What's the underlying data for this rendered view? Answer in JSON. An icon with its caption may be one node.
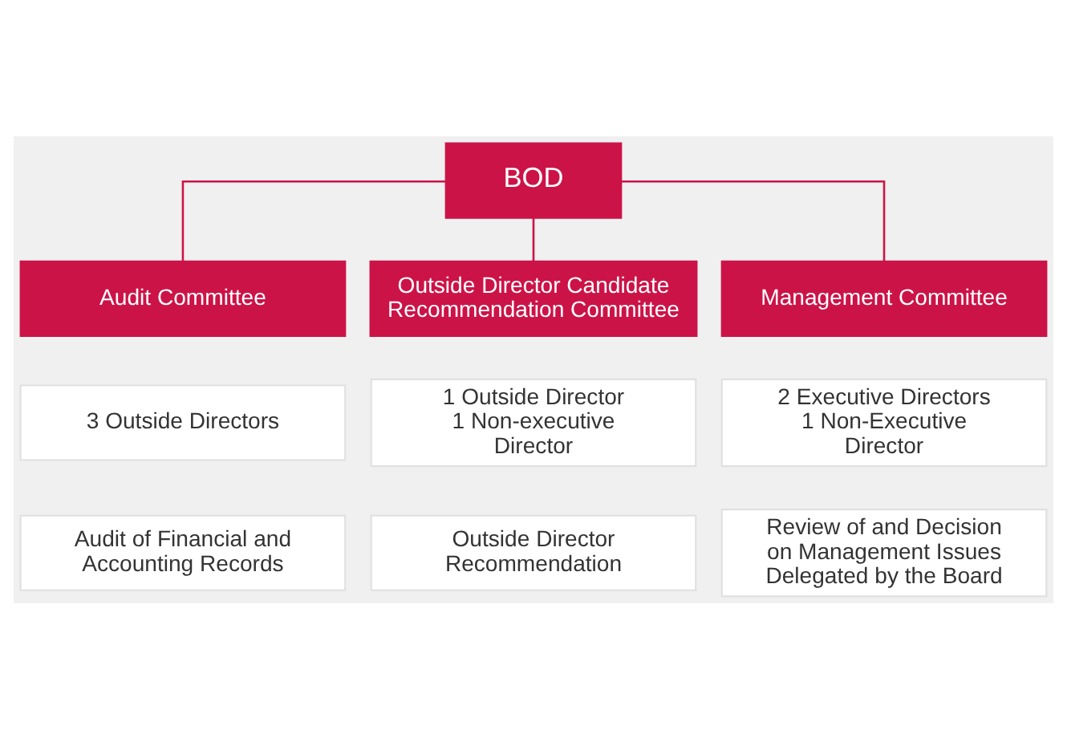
{
  "diagram": {
    "nodes": [
      {
        "text": [
          "BOD"
        ]
      },
      {
        "text": [
          "Audit Committee"
        ]
      },
      {
        "text": [
          "Outside Director Candidate Recommendation Committee"
        ]
      },
      {
        "text": [
          "Management Committee"
        ]
      },
      {
        "text": [
          "3 Outside Directors"
        ]
      },
      {
        "text": [
          "1 Outside Director",
          "1 Non-executive Director"
        ]
      },
      {
        "text": [
          "2 Executive Directors",
          "1 Non-Executive Director"
        ]
      },
      {
        "text": [
          "Audit of Financial and Accounting Records"
        ]
      },
      {
        "text": [
          "Outside Director Recommendation"
        ]
      },
      {
        "text": [
          "Review of and Decision on Management Issues Delegated by the Board"
        ]
      }
    ],
    "edges": [
      {
        "from": 0,
        "to": 1,
        "arrow": "none"
      },
      {
        "from": 0,
        "to": 2,
        "arrow": "none"
      },
      {
        "from": 0,
        "to": 3,
        "arrow": "none"
      }
    ]
  }
}
